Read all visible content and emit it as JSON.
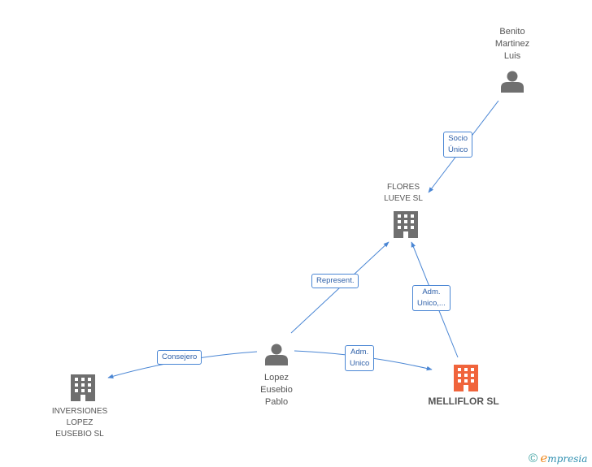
{
  "nodes": {
    "benito": {
      "label": "Benito\nMartinez\nLuis"
    },
    "flores": {
      "label": "FLORES\nLUEVE SL"
    },
    "lopez": {
      "label": "Lopez\nEusebio\nPablo"
    },
    "inversiones": {
      "label": "INVERSIONES\nLOPEZ\nEUSEBIO SL"
    },
    "melliflor": {
      "label": "MELLIFLOR SL"
    }
  },
  "edges": {
    "benito_flores": {
      "label": "Socio\nÚnico"
    },
    "lopez_flores": {
      "label": "Represent."
    },
    "melliflor_flores": {
      "label": "Adm.\nUnico,..."
    },
    "lopez_inversiones": {
      "label": "Consejero"
    },
    "lopez_melliflor": {
      "label": "Adm.\nUnico"
    }
  },
  "colors": {
    "edge": "#4a86d4",
    "person_icon": "#6f6f6f",
    "company_icon": "#6f6f6f",
    "main_company_icon": "#f0643c"
  },
  "footer": {
    "copyright": "©",
    "brand_initial": "e",
    "brand_rest": "mpresia"
  }
}
